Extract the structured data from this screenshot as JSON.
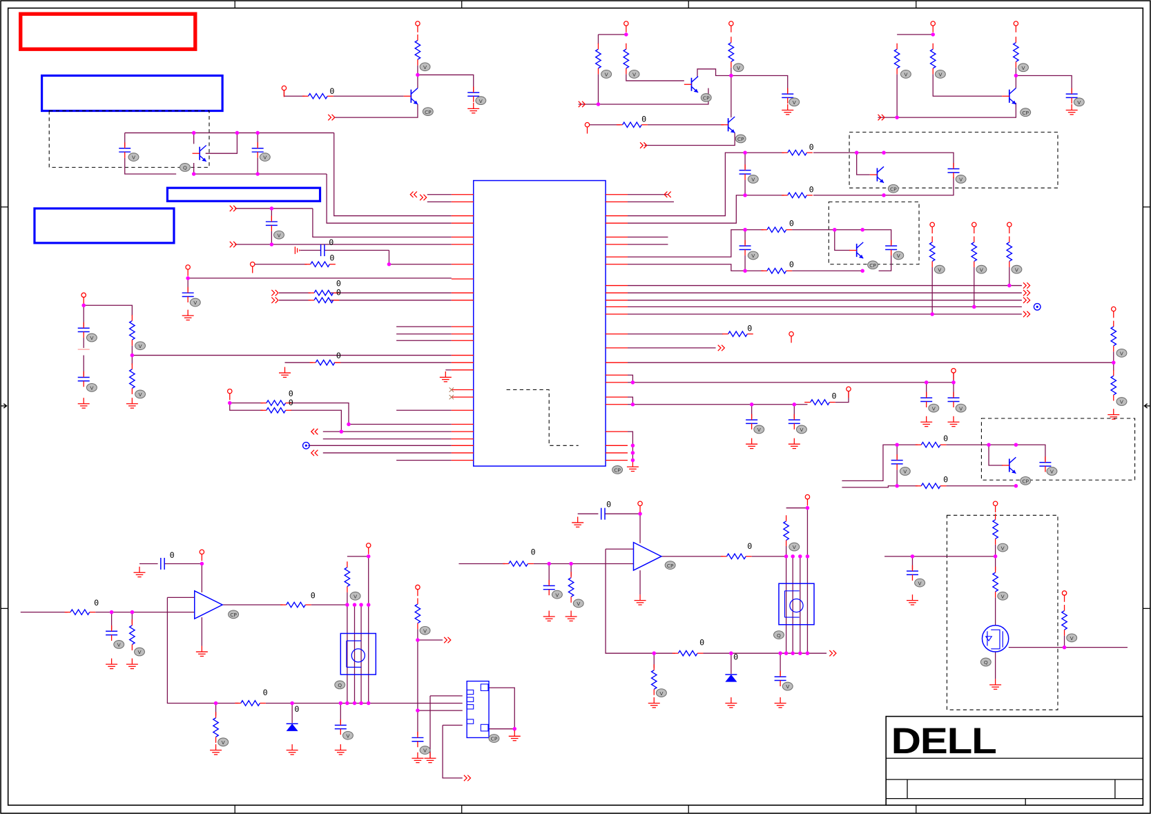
{
  "sheet": {
    "type": "electrical-schematic",
    "title_block": {
      "logo_text": "DELL",
      "fields": [
        "",
        "",
        "",
        "",
        ""
      ]
    },
    "frame_zones": {
      "columns": 5,
      "rows": 4
    }
  },
  "colors": {
    "wire": "#7b0f4f",
    "pin": "#ff0000",
    "symbol": "#0000ff",
    "junction": "#ff00ff",
    "highlight_box": "#ff0000",
    "note_box": "#0000ff",
    "frame": "#000000",
    "marker": "#8a8a8a"
  },
  "annotations": {
    "red_box_label": "",
    "blue_box_1_label": "",
    "blue_box_2_label": "",
    "blue_box_3_label": ""
  },
  "value_label": "0",
  "marker_labels": {
    "resistor_cap": "V",
    "transistor": "CP",
    "mosfet": "Q"
  },
  "components": {
    "ics": [
      {
        "name": "main-ic",
        "left_pins": 26,
        "right_pins": 26
      }
    ],
    "opamps": 2,
    "connectors": 1,
    "mosfet_packages": 2,
    "mosfets": 1,
    "bjts": 7,
    "diodes": 2
  }
}
